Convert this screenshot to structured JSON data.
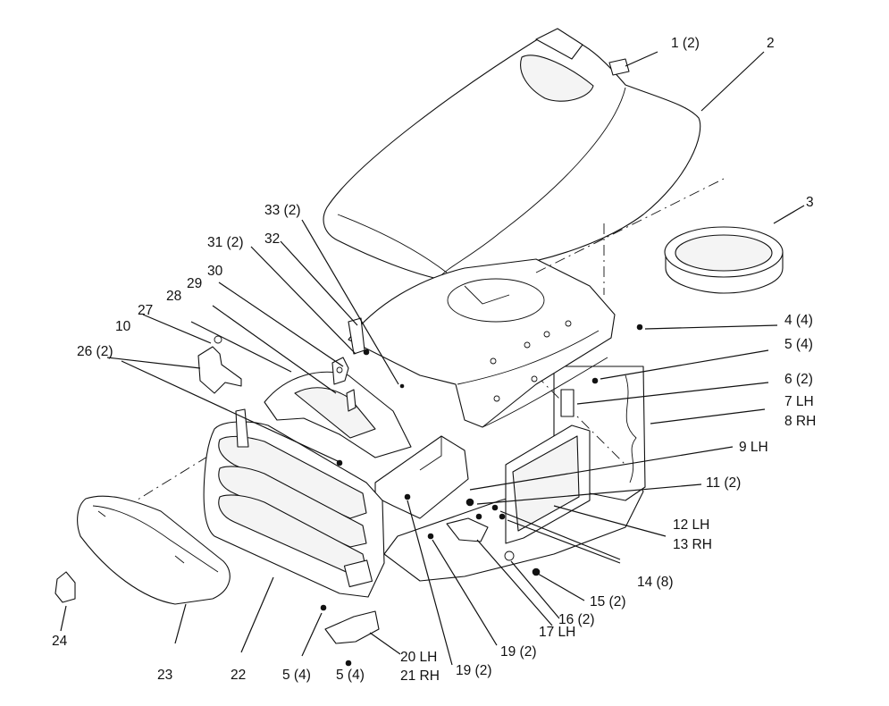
{
  "callouts": [
    {
      "id": "c1",
      "text": "1 (2)"
    },
    {
      "id": "c2",
      "text": "2"
    },
    {
      "id": "c3",
      "text": "3"
    },
    {
      "id": "c4",
      "text": "4 (4)"
    },
    {
      "id": "c5a",
      "text": "5 (4)"
    },
    {
      "id": "c6",
      "text": "6 (2)"
    },
    {
      "id": "c7",
      "text": "7 LH"
    },
    {
      "id": "c8",
      "text": "8 RH"
    },
    {
      "id": "c9",
      "text": "9 LH"
    },
    {
      "id": "c10",
      "text": "10"
    },
    {
      "id": "c11",
      "text": "11 (2)"
    },
    {
      "id": "c12",
      "text": "12 LH"
    },
    {
      "id": "c13",
      "text": "13 RH"
    },
    {
      "id": "c14",
      "text": "14 (8)"
    },
    {
      "id": "c15",
      "text": "15 (2)"
    },
    {
      "id": "c16",
      "text": "16 (2)"
    },
    {
      "id": "c17",
      "text": "17 LH"
    },
    {
      "id": "c19a",
      "text": "19 (2)"
    },
    {
      "id": "c19b",
      "text": "19 (2)"
    },
    {
      "id": "c20",
      "text": "20 LH"
    },
    {
      "id": "c21",
      "text": "21 RH"
    },
    {
      "id": "c22",
      "text": "22"
    },
    {
      "id": "c23",
      "text": "23"
    },
    {
      "id": "c24",
      "text": "24"
    },
    {
      "id": "c5b",
      "text": "5 (4)"
    },
    {
      "id": "c5c",
      "text": "5 (4)"
    },
    {
      "id": "c26",
      "text": "26 (2)"
    },
    {
      "id": "c27",
      "text": "27"
    },
    {
      "id": "c28",
      "text": "28"
    },
    {
      "id": "c29",
      "text": "29"
    },
    {
      "id": "c30",
      "text": "30"
    },
    {
      "id": "c31",
      "text": "31 (2)"
    },
    {
      "id": "c32",
      "text": "32"
    },
    {
      "id": "c33",
      "text": "33 (2)"
    }
  ]
}
